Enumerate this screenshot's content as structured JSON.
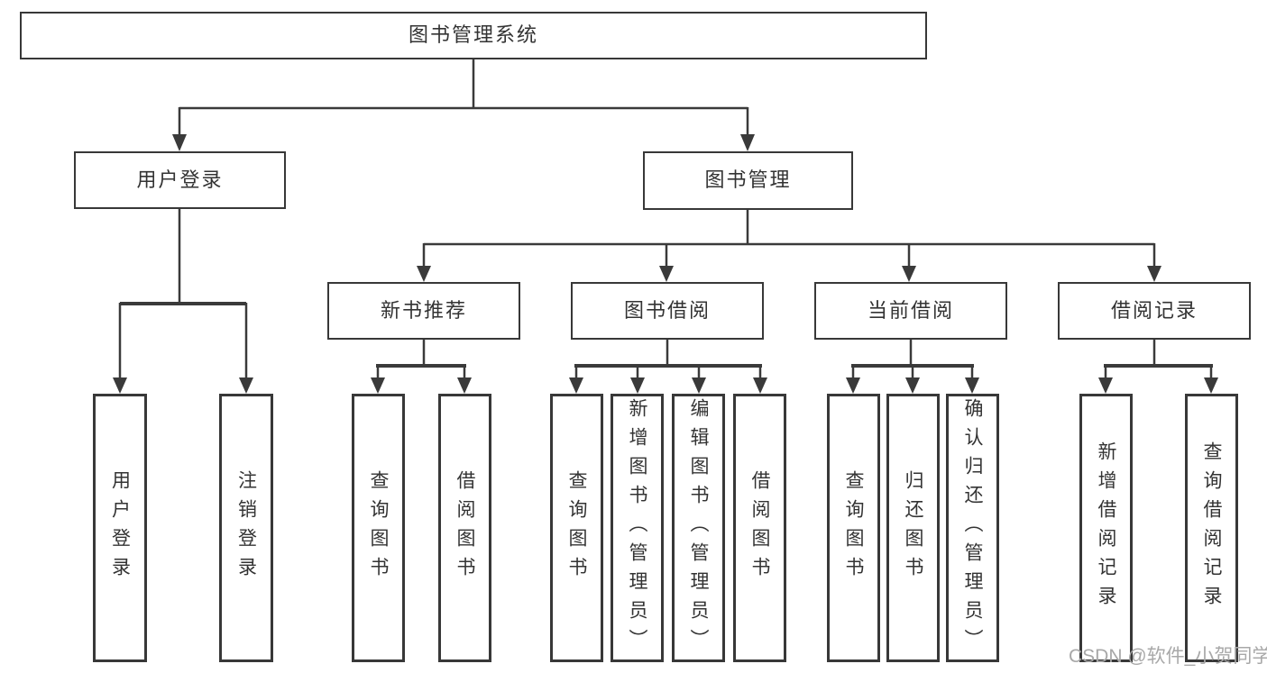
{
  "tree": {
    "root": {
      "label": "图书管理系统"
    },
    "children": [
      {
        "label": "用户登录",
        "children": [
          {
            "label": "用户登录"
          },
          {
            "label": "注销登录"
          }
        ]
      },
      {
        "label": "图书管理",
        "children": [
          {
            "label": "新书推荐",
            "children": [
              {
                "label": "查询图书"
              },
              {
                "label": "借阅图书"
              }
            ]
          },
          {
            "label": "图书借阅",
            "children": [
              {
                "label": "查询图书"
              },
              {
                "label": "新增图书（管理员）"
              },
              {
                "label": "编辑图书（管理员）"
              },
              {
                "label": "借阅图书"
              }
            ]
          },
          {
            "label": "当前借阅",
            "children": [
              {
                "label": "查询图书"
              },
              {
                "label": "归还图书"
              },
              {
                "label": "确认归还（管理员）"
              }
            ]
          },
          {
            "label": "借阅记录",
            "children": [
              {
                "label": "新增借阅记录"
              },
              {
                "label": "查询借阅记录"
              }
            ]
          }
        ]
      }
    ]
  },
  "watermark": {
    "text": "CSDN @软件_小贺同学"
  },
  "colors": {
    "line": "#3a3a3a",
    "border": "#383838",
    "text": "#333333",
    "watermark": "#a8a8a8",
    "background": "#ffffff"
  }
}
